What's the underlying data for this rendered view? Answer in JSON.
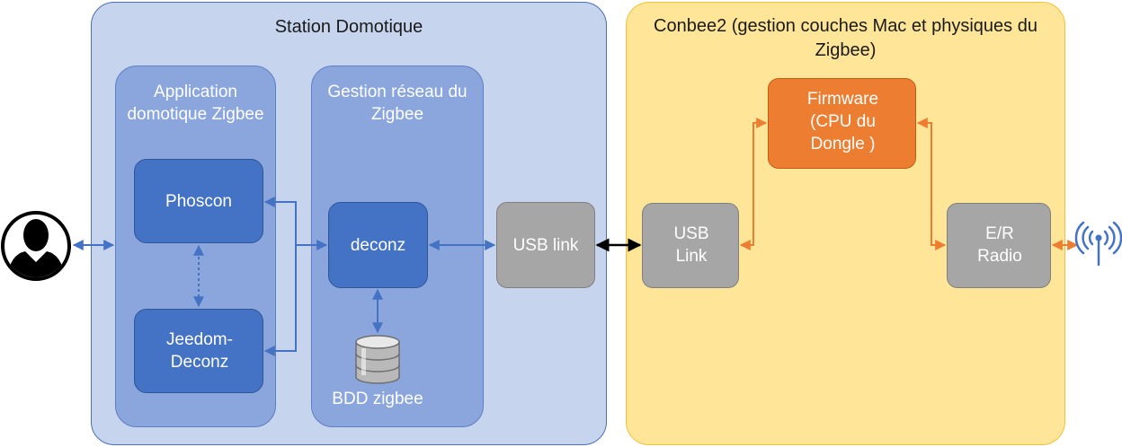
{
  "station": {
    "title": "Station Domotique"
  },
  "conbee": {
    "title": "Conbee2 (gestion couches Mac et physiques du Zigbee)"
  },
  "app_zone": {
    "title": "Application domotique Zigbee"
  },
  "net_zone": {
    "title": "Gestion réseau du Zigbee"
  },
  "nodes": {
    "phoscon": "Phoscon",
    "jeedom": "Jeedom-Deconz",
    "deconz": "deconz",
    "bdd": "BDD zigbee",
    "usb_link_host": "USB link",
    "usb_link_dongle": "USB Link",
    "firmware": "Firmware (CPU du Dongle )",
    "radio": "E/R Radio"
  },
  "icons": {
    "user": "user-silhouette-icon",
    "database": "database-icon",
    "antenna": "antenna-icon"
  },
  "colors": {
    "station_bg": "#c6d4ee",
    "conbee_bg": "#ffe598",
    "zone_bg": "#8aa6dc",
    "node_blue": "#4472c4",
    "node_gray": "#a6a6a6",
    "node_orange": "#ed7d31",
    "link_blue": "#4472c4",
    "link_orange": "#ed7d31",
    "link_black": "#000000"
  }
}
